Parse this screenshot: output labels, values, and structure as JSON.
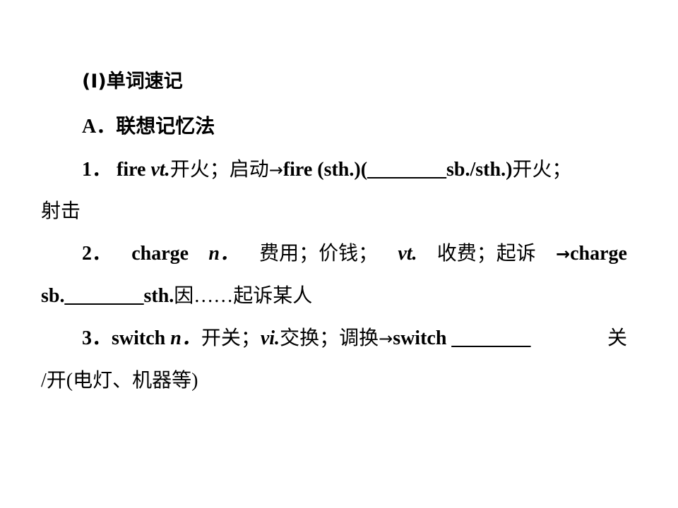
{
  "heading": "(Ⅰ)单词速记",
  "sectionA": "A．联想记忆法",
  "item1": {
    "num": "1．",
    "word": "fire",
    "pos": "vt.",
    "meaning": "开火；启动",
    "arrow": "→",
    "phrase": "fire (sth.)(________sb./sth.)",
    "phrase_meaning": "开火；",
    "cont": "射击"
  },
  "item2": {
    "num": "2．",
    "word": "charge",
    "pos1": "n．",
    "meaning1": "费用；价钱；",
    "pos2": "vt.",
    "meaning2": "收费；起诉",
    "arrow": "→",
    "phrase_start": "charge",
    "phrase_cont": "sb.________sth.",
    "phrase_meaning": "因……起诉某人"
  },
  "item3": {
    "num": "3．",
    "word": "switch",
    "pos1": "n．",
    "meaning1": "开关；",
    "pos2": "vi.",
    "meaning2": "交换；调换",
    "arrow": "→",
    "phrase": "switch ________",
    "phrase_meaning_start": "关",
    "phrase_meaning_cont": "/开(电灯、机器等)"
  }
}
